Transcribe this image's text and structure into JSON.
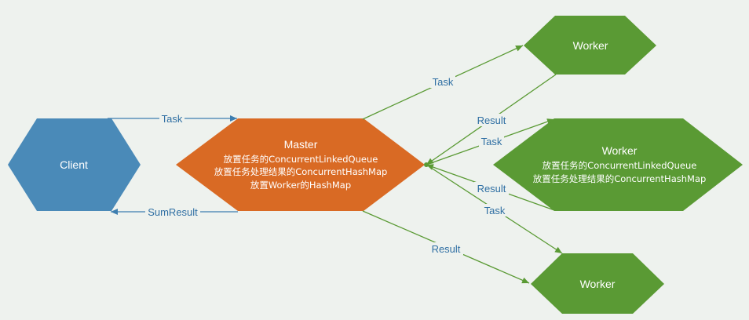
{
  "nodes": {
    "client": {
      "title": "Client"
    },
    "master": {
      "title": "Master",
      "lines": [
        "放置任务的ConcurrentLinkedQueue",
        "放置任务处理结果的ConcurrentHashMap",
        "放置Worker的HashMap"
      ]
    },
    "worker_top": {
      "title": "Worker"
    },
    "worker_middle": {
      "title": "Worker",
      "lines": [
        "放置任务的ConcurrentLinkedQueue",
        "放置任务处理结果的ConcurrentHashMap"
      ]
    },
    "worker_bottom": {
      "title": "Worker"
    }
  },
  "edges": {
    "client_to_master": "Task",
    "master_to_client": "SumResult",
    "master_to_worker_top": "Task",
    "worker_top_to_master": "Result",
    "worker_middle_task": "Task",
    "worker_middle_result": "Result",
    "worker_bottom_task": "Task",
    "master_to_worker_bottom": "Result"
  },
  "colors": {
    "client_fill": "#4a8ab8",
    "master_fill": "#d96a24",
    "worker_fill": "#5a9a34",
    "blue_line": "#3d7eb0",
    "green_line": "#5a9a34",
    "blue_text": "#2f6fa3",
    "green_text": "#2f6fa3"
  }
}
